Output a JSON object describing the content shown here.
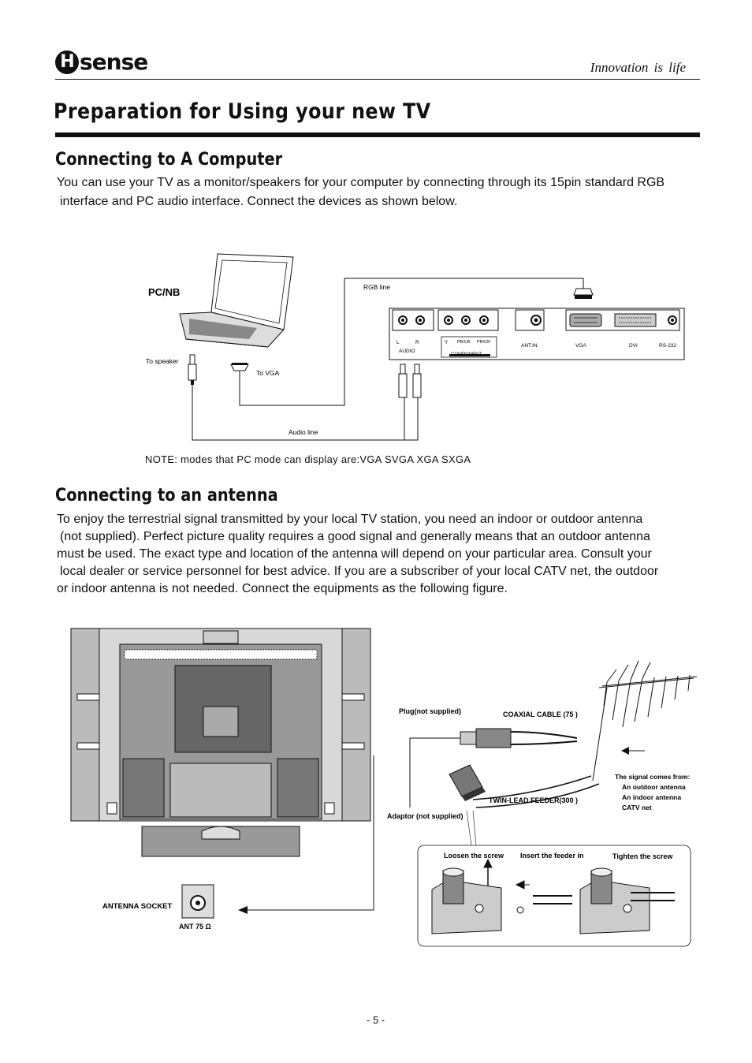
{
  "header": {
    "logo_text": "sense",
    "logo_letter": "H",
    "tagline": "Innovation  is  life"
  },
  "page_title": "Preparation for Using your new TV",
  "section1": {
    "heading": "Connecting to A  Computer",
    "line1": "You can use your TV as a monitor/speakers for your computer by connecting through its 15pin standard RGB",
    "line2": "interface  and PC audio interface. Connect the devices as shown below.",
    "diagram": {
      "pc_label": "PC/NB",
      "rgb_line": "RGB line",
      "to_speaker": "To speaker",
      "to_vga": "To VGA",
      "audio_line": "Audio line",
      "port_l": "L",
      "port_r": "R",
      "port_audio": "AUDIO",
      "port_y": "Y",
      "port_pb": "PB/CB",
      "port_pr": "PR/CR",
      "port_component": "COMPONENT",
      "port_antin": "ANT.IN",
      "port_vga": "VGA",
      "port_dvi": "DVI",
      "port_rs232": "RS-232"
    },
    "note": "NOTE: modes  that PC mode can display are:VGA SVGA   XGA  SXGA"
  },
  "section2": {
    "heading": "Connecting to an antenna",
    "lines": [
      "To enjoy the terrestrial signal transmitted by your local TV station, you need an indoor or outdoor antenna",
      "(not supplied). Perfect picture quality requires a good signal and generally means that an outdoor antenna",
      "must be used. The exact type and location of the antenna will depend on your particular area. Consult  your",
      "local dealer or service personnel for best advice. If you are a subscriber of your local CATV net, the outdoor",
      "or indoor antenna is not needed. Connect the equipments as the following figure."
    ],
    "diagram": {
      "plug": "Plug(not supplied)",
      "coaxial": "COAXIAL CABLE (75    )",
      "twin_lead": "TWIN-LEAD FEEDER(300     )",
      "adaptor": "Adaptor (not supplied)",
      "signal_title": "The signal comes from:",
      "signal_1": "An  outdoor antenna",
      "signal_2": "An  indoor antenna",
      "signal_3": "CATV net",
      "loosen": "Loosen the screw",
      "insert": "Insert the feeder in",
      "tighten": "Tighten the screw",
      "antenna_socket": "ANTENNA SOCKET",
      "ant75": "ANT 75 Ω"
    }
  },
  "page_number": "- 5 -"
}
